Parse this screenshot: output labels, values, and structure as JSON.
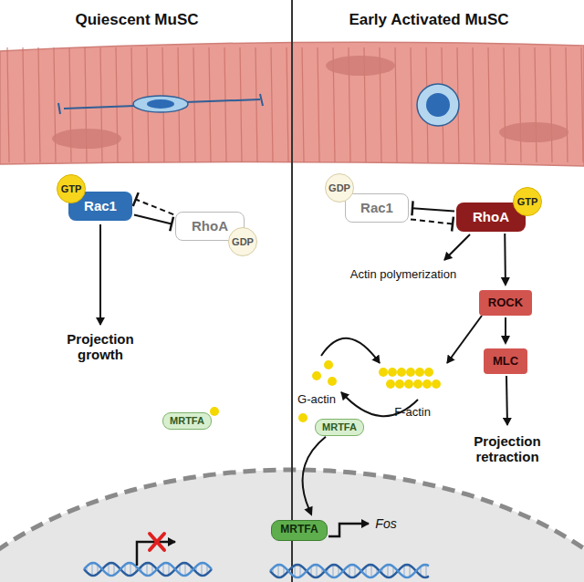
{
  "diagram": {
    "nodes": [
      {
        "text": [
          "GTP"
        ]
      },
      {
        "text": [
          "Rac1"
        ]
      },
      {
        "text": [
          "RhoA"
        ]
      },
      {
        "text": [
          "GDP"
        ]
      },
      {
        "text": [
          "MRTFA"
        ]
      },
      {
        "text": [
          "GDP"
        ]
      },
      {
        "text": [
          "Rac1"
        ]
      },
      {
        "text": [
          "RhoA"
        ]
      },
      {
        "text": [
          "GTP"
        ]
      },
      {
        "text": [
          "ROCK"
        ]
      },
      {
        "text": [
          "MLC"
        ]
      },
      {
        "text": [
          "MRTFA"
        ]
      },
      {
        "text": [
          "MRTFA"
        ]
      }
    ],
    "edges": [
      {
        "from": 1,
        "to": 2,
        "arrow": "to"
      },
      {
        "from": 2,
        "to": 1,
        "arrow": "to"
      },
      {
        "from": 7,
        "to": 6,
        "arrow": "to"
      },
      {
        "from": 6,
        "to": 7,
        "arrow": "to"
      },
      {
        "from": 7,
        "to": 9,
        "arrow": "to"
      },
      {
        "from": 9,
        "to": 10,
        "arrow": "to"
      },
      {
        "from": 11,
        "to": 12,
        "arrow": "to"
      }
    ],
    "labels": [
      "Quiescent MuSC",
      "Early Activated MuSC",
      "Projection growth",
      "Actin polymerization",
      "G-actin",
      "F-actin",
      "Projection retraction",
      "Fos"
    ]
  }
}
